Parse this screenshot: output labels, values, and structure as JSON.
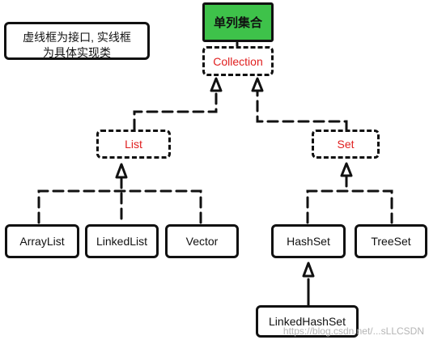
{
  "note": {
    "line1": "虚线框为接口, 实线框",
    "line2": "为具体实现类"
  },
  "title": "单列集合",
  "interfaces": {
    "collection": "Collection",
    "list": "List",
    "set": "Set"
  },
  "classes": {
    "arraylist": "ArrayList",
    "linkedlist": "LinkedList",
    "vector": "Vector",
    "hashset": "HashSet",
    "treeset": "TreeSet",
    "linkedhashset": "LinkedHashSet"
  },
  "watermark": "https://blog.csdn.net/...sLLCSDN",
  "colors": {
    "title_bg": "#3ec24a",
    "interface_text": "#e02020",
    "line": "#111111"
  }
}
